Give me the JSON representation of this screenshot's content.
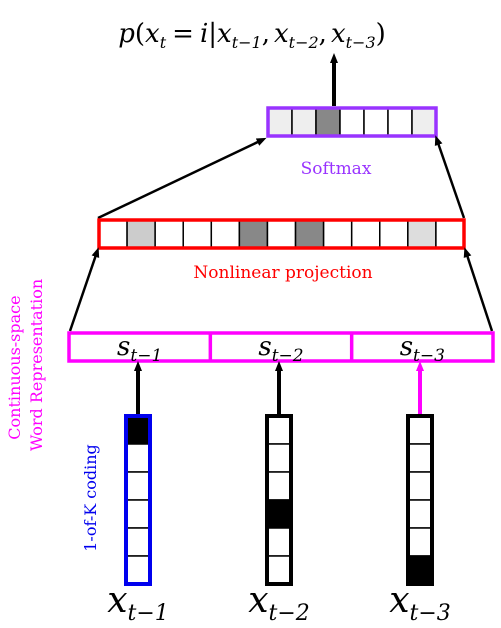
{
  "header": {
    "prob_p": "p",
    "prob_open": "(",
    "prob_x": "x",
    "prob_t": "t",
    "prob_eq": "=",
    "prob_i": "i",
    "prob_bar": "|",
    "prob_x1": "x",
    "prob_t1": "t−1",
    "prob_comma1": ",",
    "prob_x2": "x",
    "prob_t2": "t−2",
    "prob_comma2": ",",
    "prob_x3": "x",
    "prob_t3": "t−3",
    "prob_close": ")"
  },
  "labels": {
    "softmax": "Softmax",
    "nonlinear": "Nonlinear projection",
    "cs_line1": "Continuous-space",
    "cs_line2": "Word Representation",
    "onehot": "1-of-K coding"
  },
  "embeddings": [
    {
      "sym": "s",
      "sub": "t−1"
    },
    {
      "sym": "s",
      "sub": "t−2"
    },
    {
      "sym": "s",
      "sub": "t−3"
    }
  ],
  "inputs": [
    {
      "sym": "x",
      "sub": "t−1",
      "active_index": 1,
      "border_color": "#0000ee"
    },
    {
      "sym": "x",
      "sub": "t−2",
      "active_index": 4,
      "border_color": "#000000"
    },
    {
      "sym": "x",
      "sub": "t−3",
      "active_index": 6,
      "border_color": "#000000"
    }
  ],
  "softmax_cells": [
    "#eeeeee",
    "#eeeeee",
    "#888888",
    "#ffffff",
    "#ffffff",
    "#ffffff",
    "#eeeeee"
  ],
  "nonlinear_cells": [
    "#ffffff",
    "#cccccc",
    "#ffffff",
    "#ffffff",
    "#ffffff",
    "#888888",
    "#ffffff",
    "#888888",
    "#ffffff",
    "#ffffff",
    "#ffffff",
    "#dddddd",
    "#ffffff"
  ],
  "colors": {
    "softmax": "#9933ff",
    "nonlinear": "#ff0000",
    "embedding": "#ff00ff",
    "onehot_label": "#0000ee",
    "input_active": "#000000",
    "arrow": "#000000"
  }
}
